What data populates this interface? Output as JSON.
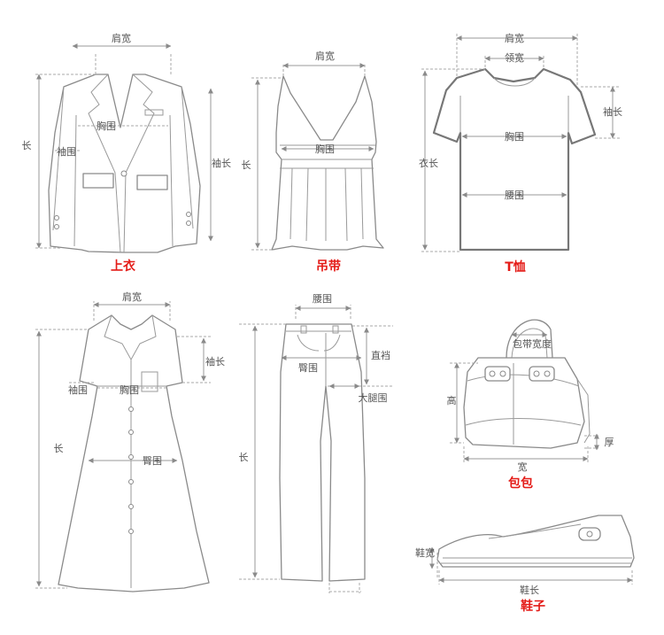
{
  "garments": {
    "jacket": {
      "title": "上衣",
      "shoulder": "肩宽",
      "chest": "胸围",
      "cuff": "袖围",
      "length": "长",
      "sleeve": "袖长"
    },
    "camisole": {
      "title": "吊带",
      "shoulder": "肩宽",
      "chest": "胸围",
      "length": "长"
    },
    "tshirt": {
      "title": "T恤",
      "shoulder": "肩宽",
      "collar": "领宽",
      "sleeve": "袖长",
      "chest": "胸围",
      "waist": "腰围",
      "length": "衣长"
    },
    "dress": {
      "shoulder": "肩宽",
      "cuff": "袖围",
      "chest": "胸围",
      "sleeve": "袖长",
      "length": "长",
      "hip": "臀围"
    },
    "pants": {
      "waist": "腰围",
      "hip": "臀围",
      "rise": "直裆",
      "thigh": "大腿围",
      "length": "长"
    },
    "bag": {
      "title": "包包",
      "strap": "包带宽度",
      "height": "高",
      "width": "宽",
      "thickness": "厚"
    },
    "shoe": {
      "title": "鞋子",
      "width": "鞋宽",
      "length": "鞋长"
    }
  }
}
